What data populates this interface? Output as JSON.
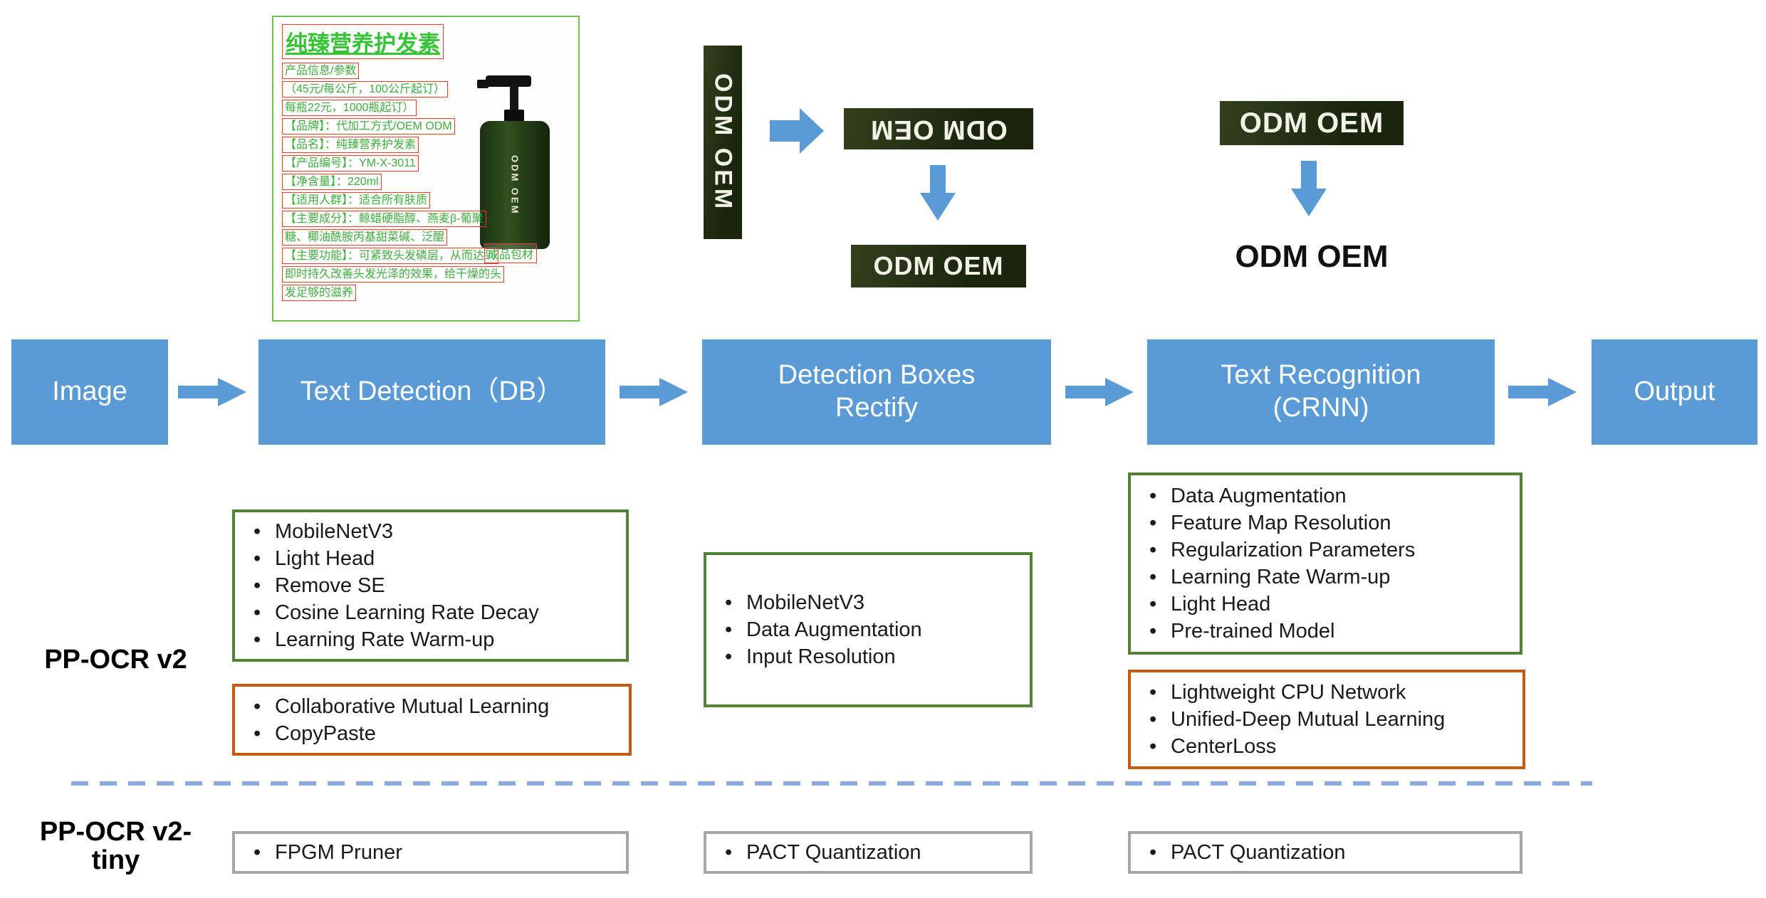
{
  "colors": {
    "flow_blue": "#5B9BD5",
    "green_border": "#538135",
    "orange_border": "#C55A11",
    "gray_border": "#A6A6A6",
    "dashed_blue": "#8FAADC",
    "detection_box_red": "#f03b2e",
    "ocr_text_green": "#3fae3f"
  },
  "top_examples": {
    "product_card": {
      "title": "纯臻营养护发素",
      "lines": [
        "产品信息/参数",
        "（45元/每公斤，100公斤起订）",
        "每瓶22元，1000瓶起订）",
        "【品牌】：代加工方式/OEM ODM",
        "【品名】：纯臻营养护发素",
        "【产品编号】：YM-X-3011",
        "【净含量】：220ml",
        "【适用人群】：适合所有肤质",
        "【主要成分】：鲸蜡硬脂醇、燕麦β-葡聚",
        "糖、椰油酰胺丙基甜菜碱、泛醌",
        "【主要功能】：可紧致头发磷层，从而达到",
        "即时持久改善头发光泽的效果，给干燥的头",
        "发足够的滋养"
      ],
      "package_label": "成品包材",
      "bottle_text": "ODM OEM"
    },
    "detected_vertical_text": "ODM OEM",
    "rotated_text": "ODM OEM",
    "rectified_text": "ODM OEM",
    "recognition_input_text": "ODM OEM",
    "recognized_output_text": "ODM OEM"
  },
  "pipeline": {
    "stages": [
      "Image",
      "Text Detection（DB）",
      "Detection Boxes Rectify",
      "Text Recognition (CRNN)",
      "Output"
    ]
  },
  "v2": {
    "label": "PP-OCR v2",
    "detection_features": [
      "MobileNetV3",
      "Light Head",
      "Remove SE",
      "Cosine Learning Rate Decay",
      "Learning Rate Warm-up"
    ],
    "detection_strategies": [
      "Collaborative Mutual Learning",
      "CopyPaste"
    ],
    "rectify_features": [
      "MobileNetV3",
      "Data Augmentation",
      "Input Resolution"
    ],
    "recognition_features": [
      "Data Augmentation",
      "Feature Map Resolution",
      "Regularization Parameters",
      "Learning Rate Warm-up",
      "Light Head",
      "Pre-trained Model"
    ],
    "recognition_strategies": [
      "Lightweight CPU Network",
      "Unified-Deep Mutual Learning",
      "CenterLoss"
    ]
  },
  "v2_tiny": {
    "label": "PP-OCR v2-tiny",
    "detection_features": [
      "FPGM Pruner"
    ],
    "rectify_features": [
      "PACT Quantization"
    ],
    "recognition_features": [
      "PACT Quantization"
    ]
  }
}
